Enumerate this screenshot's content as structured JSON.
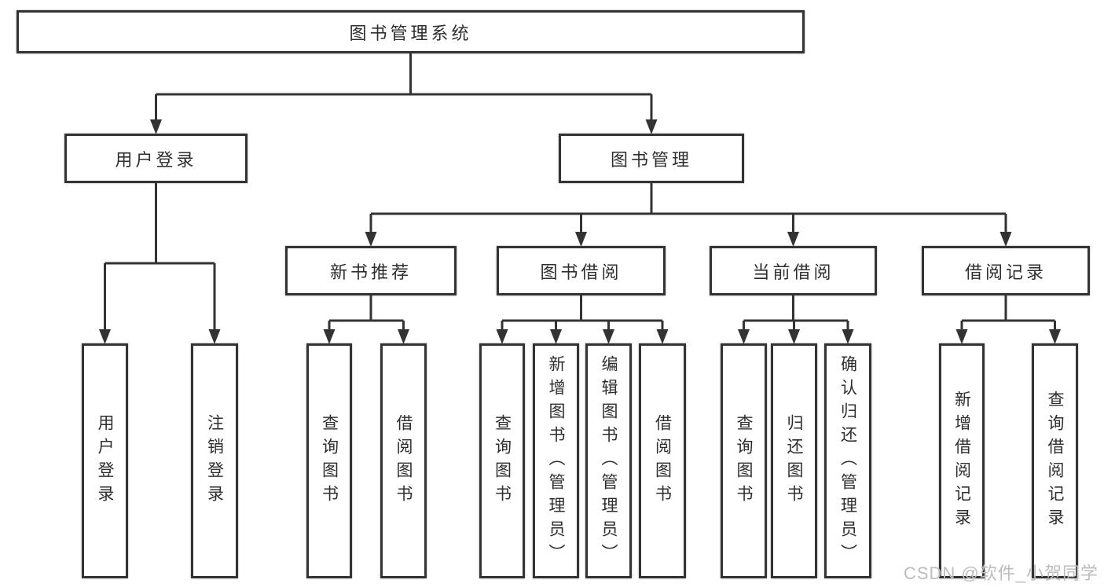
{
  "tree": {
    "label": "图书管理系统",
    "children": [
      {
        "label": "用户登录",
        "children": [
          {
            "label": "用户登录"
          },
          {
            "label": "注销登录"
          }
        ]
      },
      {
        "label": "图书管理",
        "children": [
          {
            "label": "新书推荐",
            "children": [
              {
                "label": "查询图书"
              },
              {
                "label": "借阅图书"
              }
            ]
          },
          {
            "label": "图书借阅",
            "children": [
              {
                "label": "查询图书"
              },
              {
                "label": "新增图书（管理员）"
              },
              {
                "label": "编辑图书（管理员）"
              },
              {
                "label": "借阅图书"
              }
            ]
          },
          {
            "label": "当前借阅",
            "children": [
              {
                "label": "查询图书"
              },
              {
                "label": "归还图书"
              },
              {
                "label": "确认归还（管理员）"
              }
            ]
          },
          {
            "label": "借阅记录",
            "children": [
              {
                "label": "新增借阅记录"
              },
              {
                "label": "查询借阅记录"
              }
            ]
          }
        ]
      }
    ]
  },
  "watermark": "CSDN @软件_小贺同学",
  "colors": {
    "line": "#333333",
    "text": "#2e2e2e",
    "watermark": "#bdbdbd",
    "background": "#ffffff"
  }
}
